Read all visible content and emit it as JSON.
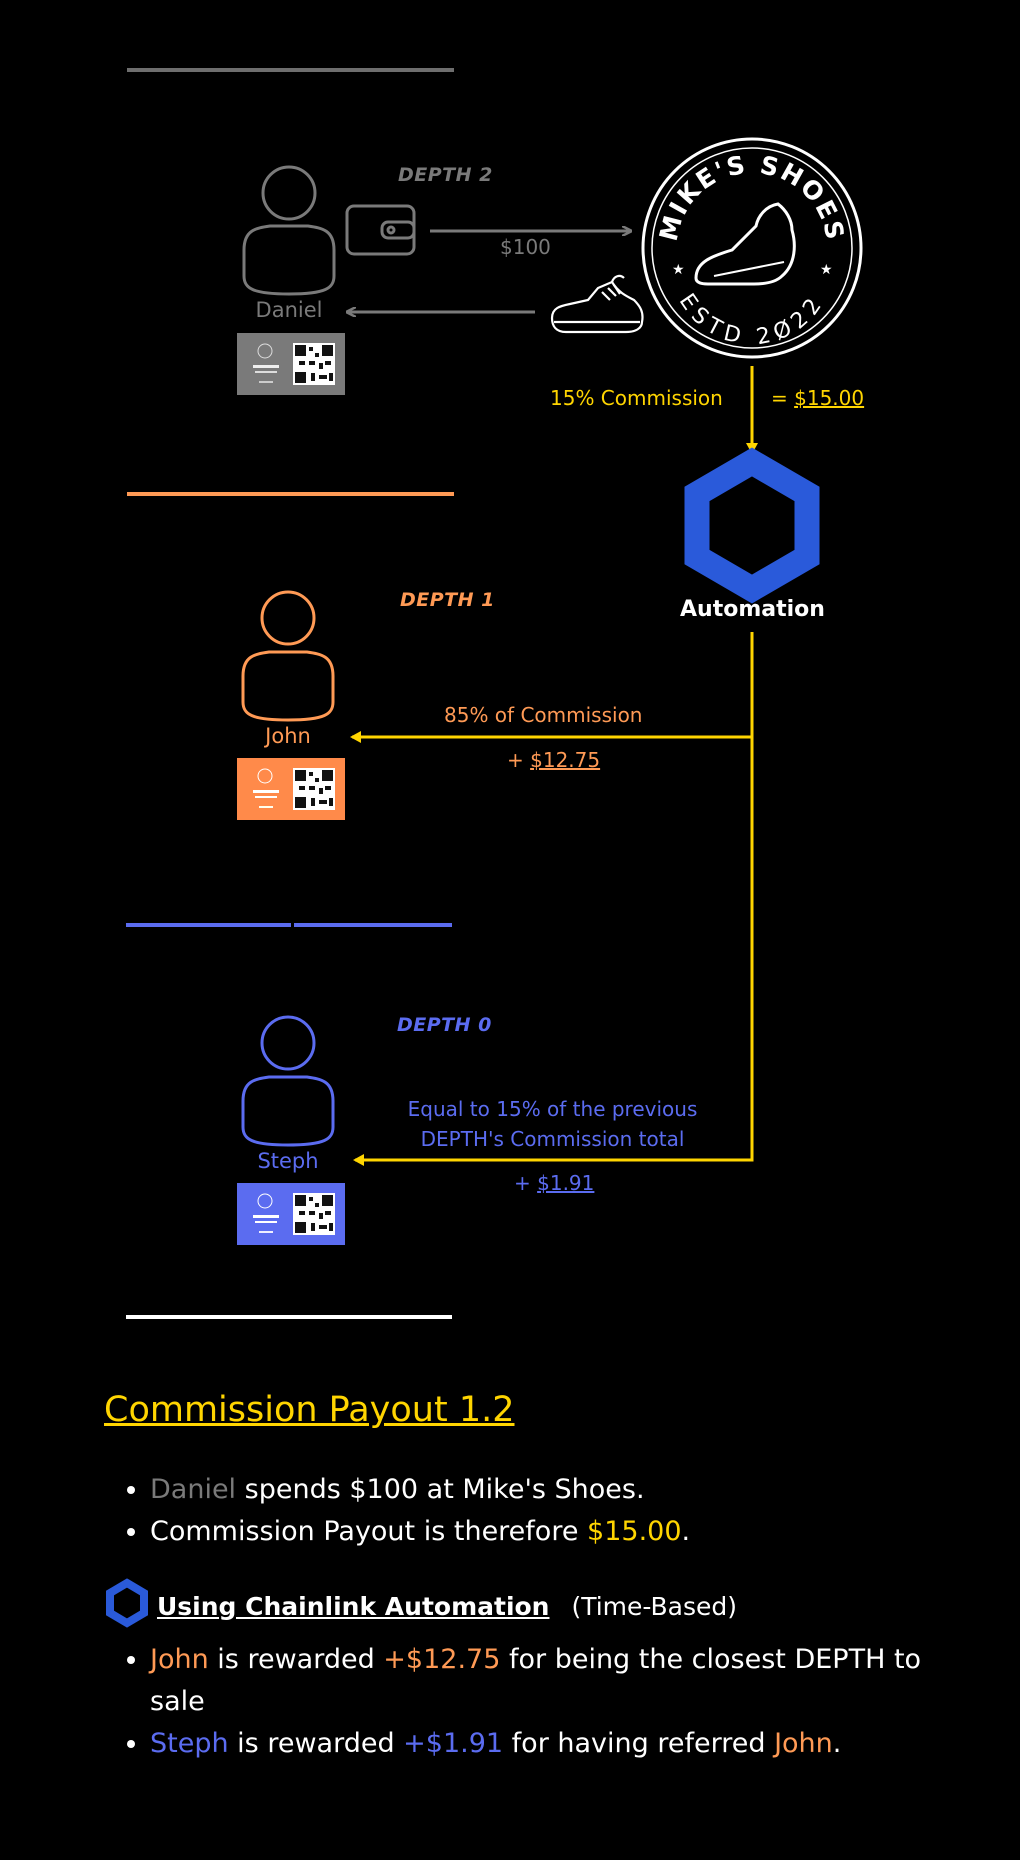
{
  "colors": {
    "gray": "#7a7a7a",
    "orange": "#ff9a55",
    "blue": "#5b6cf0",
    "yellow": "#ffd500",
    "chainlink": "#2a5ada",
    "white": "#ffffff"
  },
  "depth2": {
    "label": "DEPTH 2",
    "person": "Daniel",
    "amount": "$100"
  },
  "store": {
    "top_text": "MIKE'S SHOES",
    "bottom_text": "ESTD 2Ø22",
    "commission_label": "15% Commission",
    "commission_eq": "= ",
    "commission_value": "$15.00"
  },
  "automation": {
    "label": "Automation",
    "icon": "chainlink-hexagon-icon"
  },
  "depth1": {
    "label": "DEPTH 1",
    "person": "John",
    "share_label": "85% of Commission",
    "amount_prefix": "+ ",
    "amount": "$12.75"
  },
  "depth0": {
    "label": "DEPTH 0",
    "person": "Steph",
    "share_line1": "Equal to 15% of the previous",
    "share_line2": "DEPTH's Commission total",
    "amount_prefix": "+ ",
    "amount": "$1.91"
  },
  "summary": {
    "title": "Commission Payout 1.2",
    "b1_name": "Daniel",
    "b1_text": " spends $100 at Mike's Shoes.",
    "b2_text": "Commission Payout is therefore ",
    "b2_value": "$15.00",
    "b2_end": ".",
    "auto_link": "Using Chainlink Automation",
    "auto_mode": "(Time-Based)",
    "b3_name": "John",
    "b3_text1": " is rewarded ",
    "b3_value": "+$12.75",
    "b3_text2": " for being the closest DEPTH to sale",
    "b4_name": "Steph",
    "b4_text1": " is rewarded ",
    "b4_value": "+$1.91",
    "b4_text2": " for having referred ",
    "b4_ref": "John",
    "b4_end": "."
  }
}
